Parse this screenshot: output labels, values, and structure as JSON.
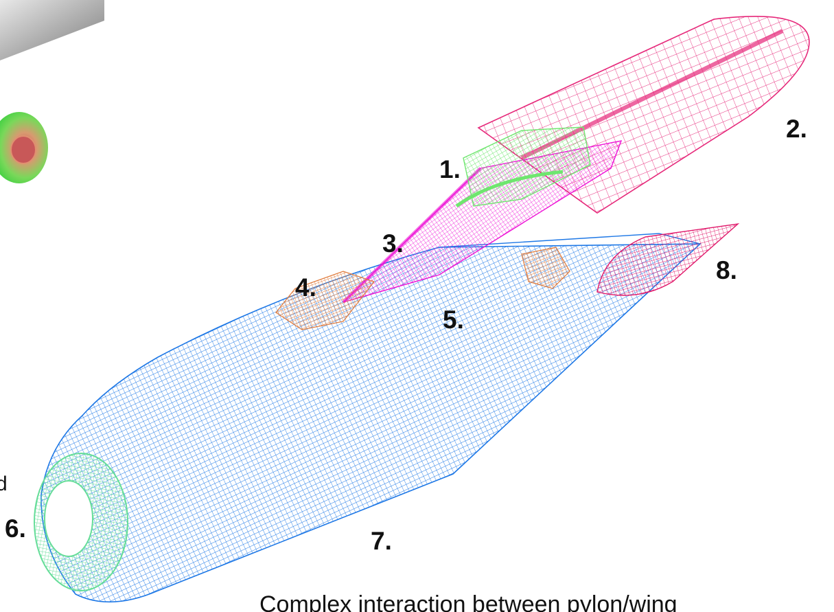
{
  "labels": {
    "l1": "1.",
    "l2": "2.",
    "l3": "3.",
    "l4": "4.",
    "l5": "5.",
    "l6": "6.",
    "l7": "7.",
    "l8": "8."
  },
  "left_fragment": "d",
  "caption": "Complex interaction between pylon/wing",
  "colors": {
    "fuselage_mesh": "#1e78e6",
    "wing_mesh": "#e6287a",
    "pylon_mesh": "#ee12d6",
    "pylon_root": "#6fe66f",
    "interaction_patch": "#e07a3a",
    "tail_cone": "#e0186a",
    "nose_ring": "#66dd99",
    "gray_panel": "#9a9a9a"
  }
}
